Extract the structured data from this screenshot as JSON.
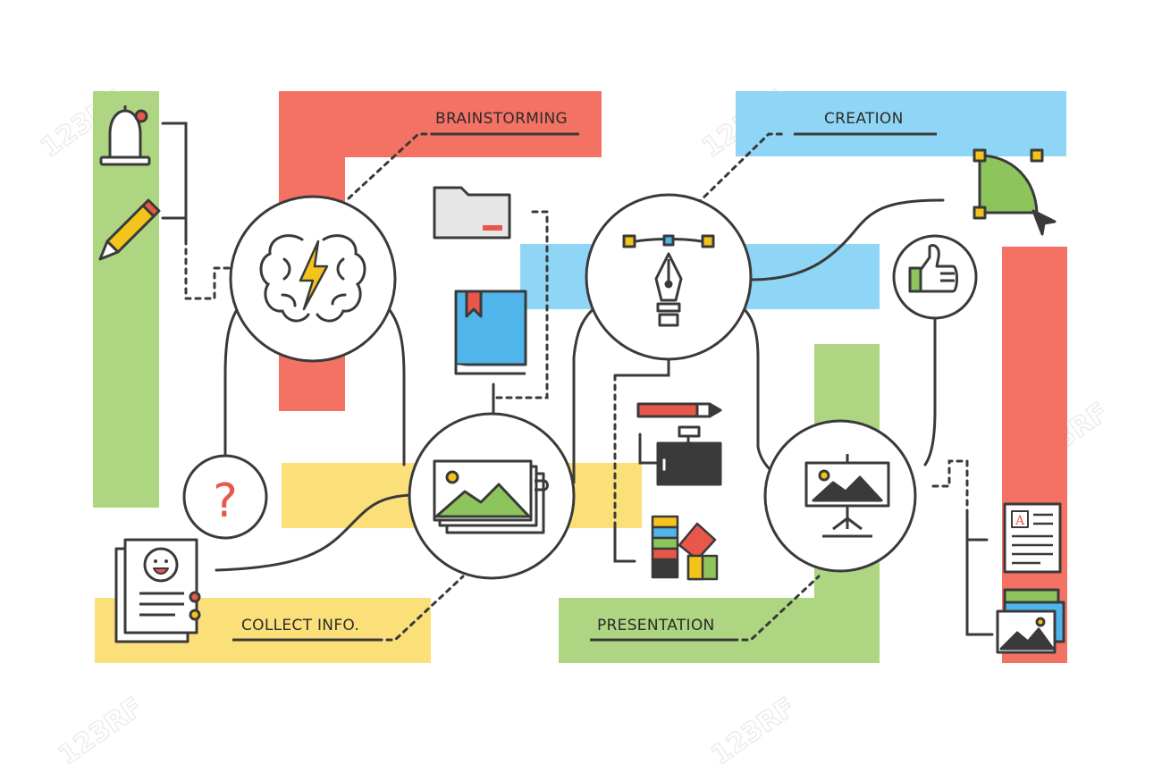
{
  "labels": {
    "brainstorming": "BRAINSTORMING",
    "creation": "CREATION",
    "collect_info": "COLLECT  INFO.",
    "presentation": "PRESENTATION"
  },
  "icons": {
    "question_mark": "?",
    "document_letter": "A"
  },
  "watermark": "123RF",
  "colors": {
    "green": "#aed581",
    "red": "#f47264",
    "blue": "#8fd5f5",
    "yellow": "#fbe07a",
    "line": "#3a3a3a",
    "icon_red": "#e8574a",
    "icon_blue": "#4fb5ea",
    "icon_green": "#8dc45c",
    "icon_yellow": "#f4c41c"
  }
}
